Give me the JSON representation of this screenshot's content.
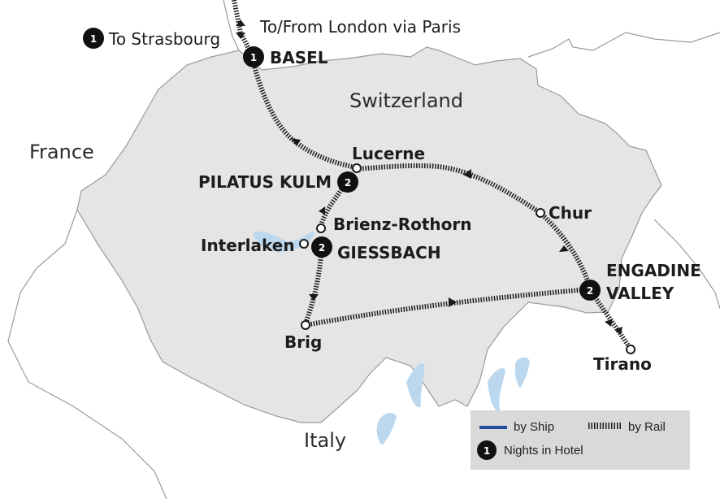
{
  "countries": {
    "switzerland": "Switzerland",
    "france": "France",
    "italy": "Italy"
  },
  "notes": {
    "london": "To/From London via Paris",
    "strasbourg": "To Strasbourg",
    "strasbourg_nights": "1"
  },
  "stops": {
    "basel": {
      "label": "BASEL",
      "nights": "1"
    },
    "lucerne": {
      "label": "Lucerne"
    },
    "pilatus": {
      "label": "PILATUS KULM",
      "nights": "2"
    },
    "brienz": {
      "label": "Brienz-Rothorn"
    },
    "interlaken": {
      "label": "Interlaken"
    },
    "giessbach": {
      "label": "GIESSBACH",
      "nights": "2"
    },
    "brig": {
      "label": "Brig"
    },
    "chur": {
      "label": "Chur"
    },
    "engadine": {
      "label_line1": "ENGADINE",
      "label_line2": "VALLEY",
      "nights": "2"
    },
    "tirano": {
      "label": "Tirano"
    }
  },
  "legend": {
    "ship": "by Ship",
    "rail": "by Rail",
    "hotel": "Nights in Hotel",
    "hotel_badge": "1"
  },
  "colors": {
    "switzerland_fill": "#e5e5e5",
    "border": "#9a9a9a",
    "lake": "#bcd8ef",
    "ship_line": "#1f4e9c",
    "rail": "#1a1a1a"
  }
}
